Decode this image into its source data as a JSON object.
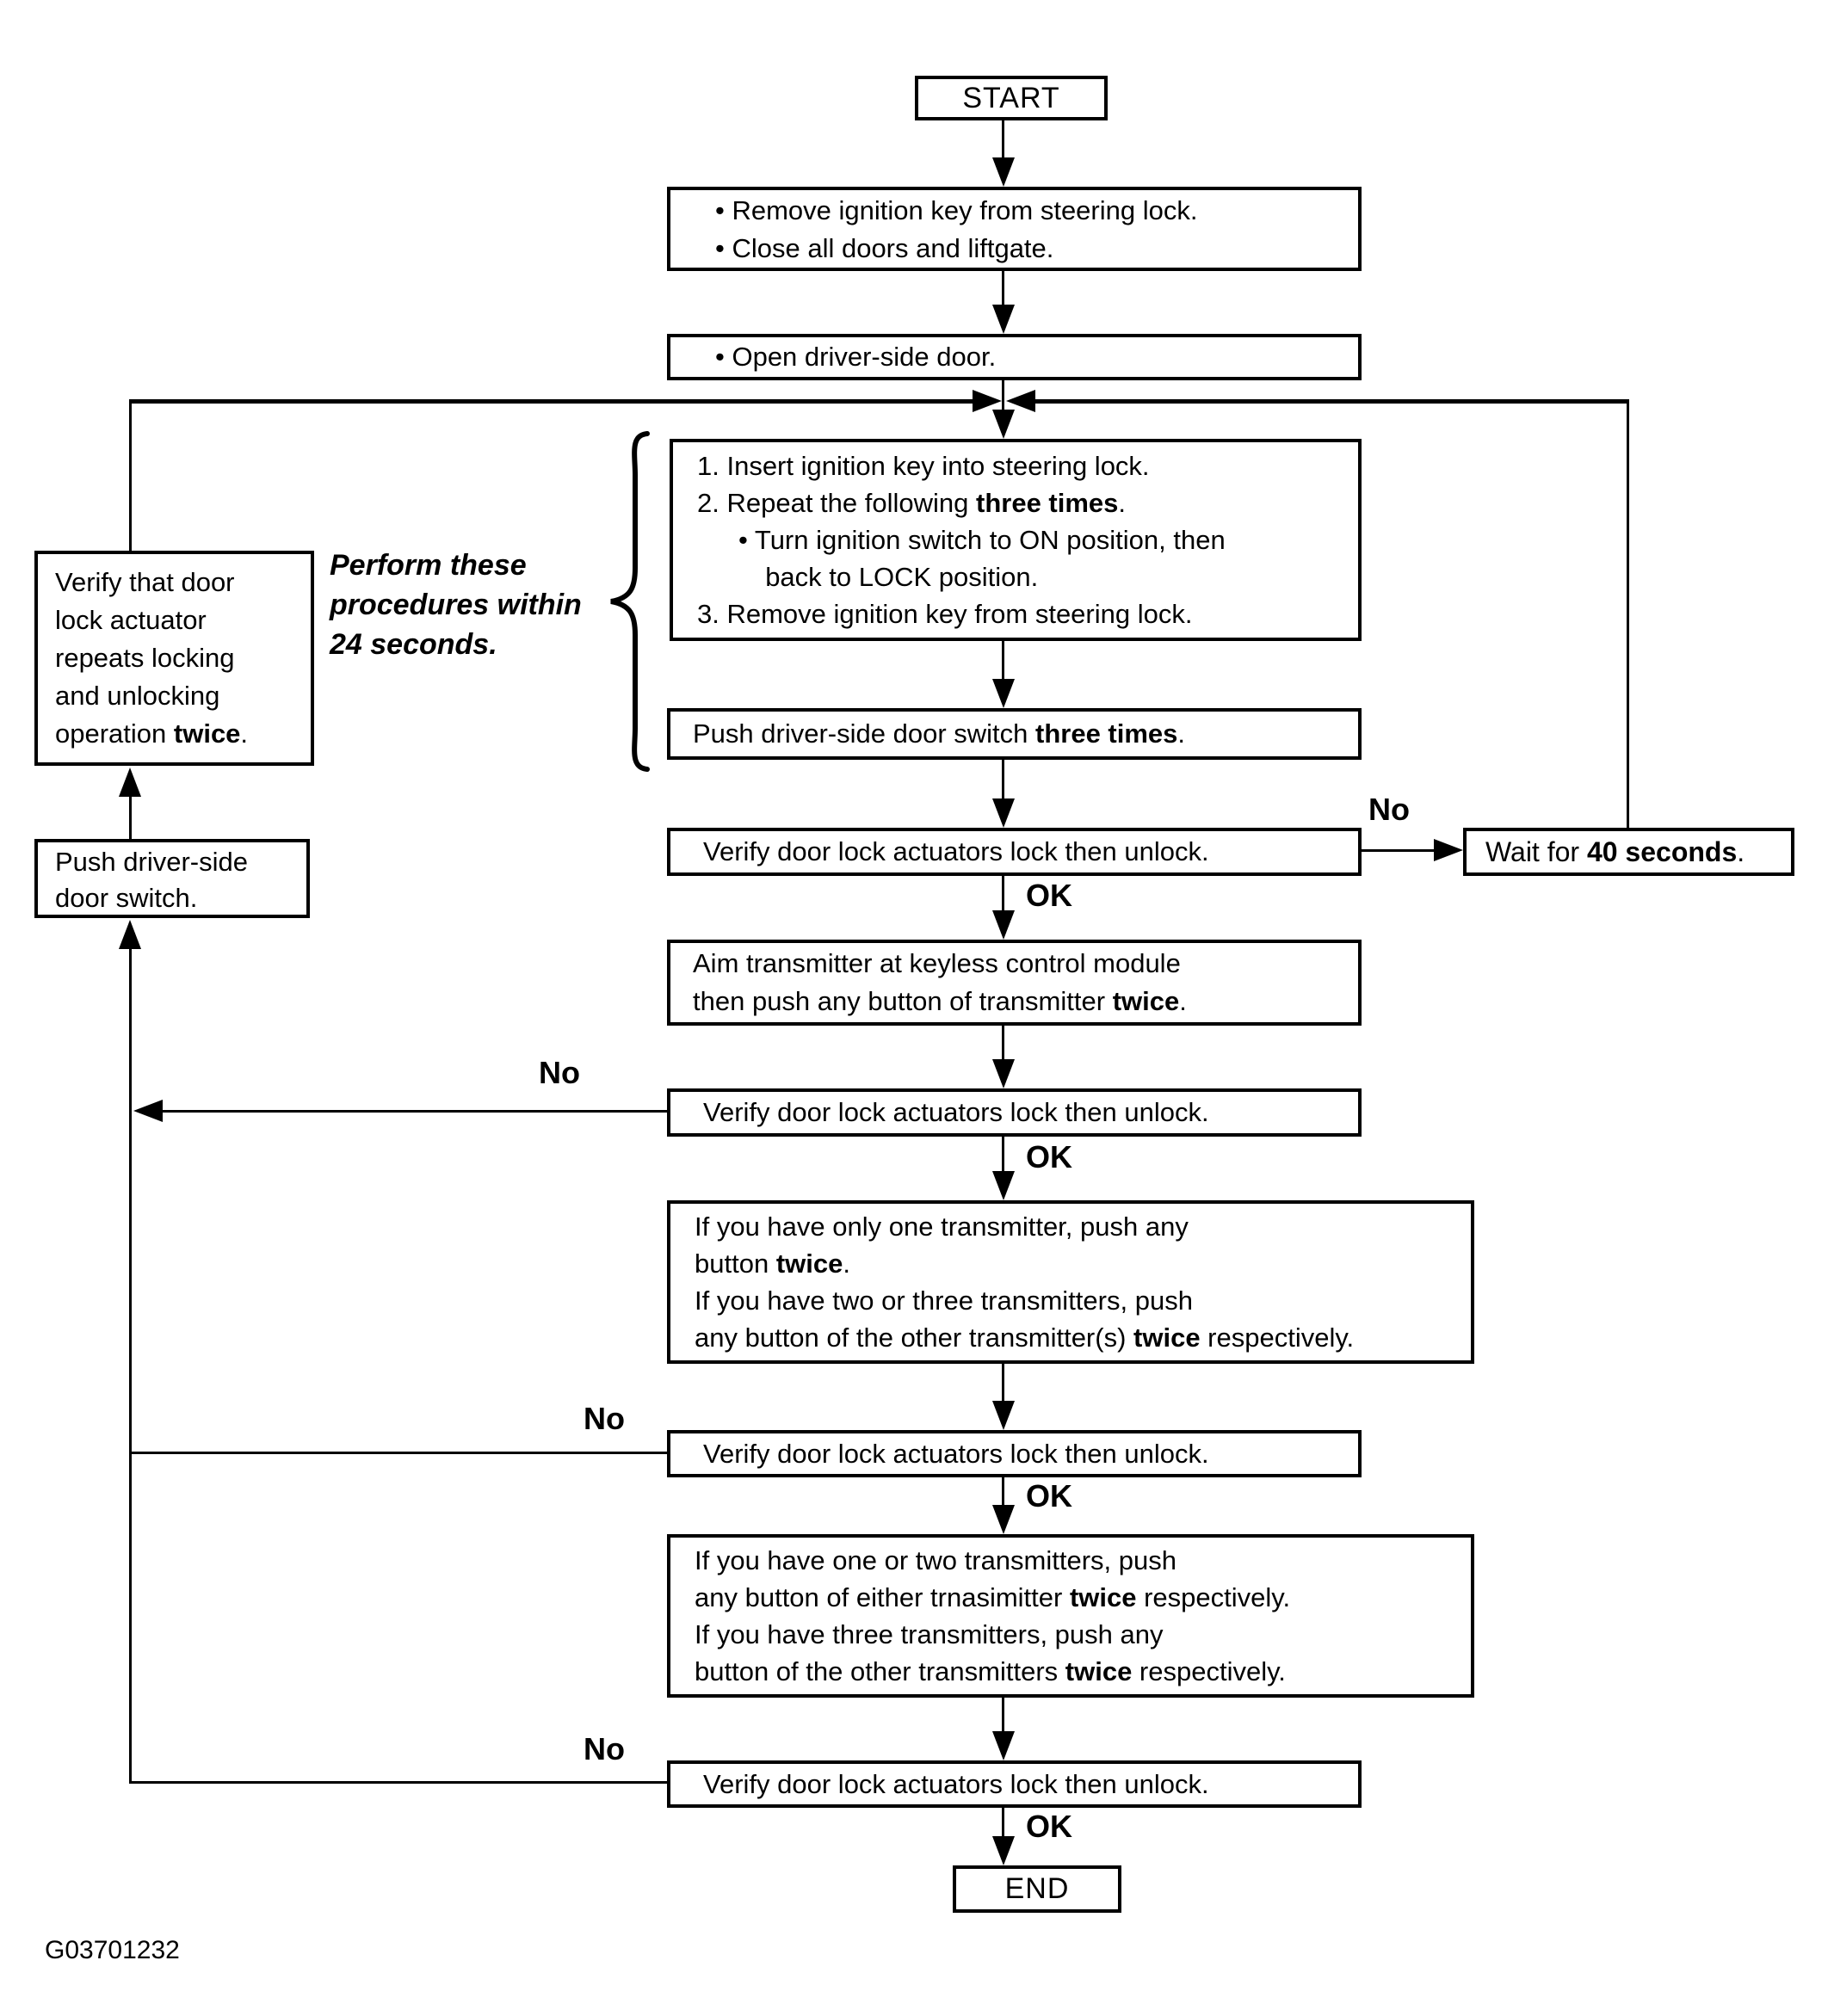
{
  "figure": {
    "id": "G03701232"
  },
  "colors": {
    "ink": "#000000",
    "paper": "#ffffff"
  },
  "labels": {
    "ok": "OK",
    "no": "No"
  },
  "note": {
    "lines": [
      {
        "seg": [
          {
            "t": "Perform these",
            "b": true
          }
        ]
      },
      {
        "seg": [
          {
            "t": "procedures within",
            "b": true
          }
        ]
      },
      {
        "seg": [
          {
            "t": "24 seconds.",
            "b": true
          }
        ]
      }
    ]
  },
  "nodes": {
    "start": {
      "text": "START"
    },
    "prep": {
      "lines": [
        {
          "seg": [
            {
              "t": "•  Remove ignition key from steering lock."
            }
          ]
        },
        {
          "seg": [
            {
              "t": "•  Close all doors and liftgate."
            }
          ]
        }
      ]
    },
    "open_door": {
      "lines": [
        {
          "seg": [
            {
              "t": "•  Open driver-side door."
            }
          ]
        }
      ]
    },
    "key_cycle": {
      "lines": [
        {
          "seg": [
            {
              "t": "1. Insert ignition key into steering lock."
            }
          ]
        },
        {
          "seg": [
            {
              "t": "2. Repeat the following "
            },
            {
              "t": "three times",
              "b": true
            },
            {
              "t": "."
            }
          ]
        },
        {
          "ind": 1,
          "seg": [
            {
              "t": "•  Turn ignition switch to ON position, then"
            }
          ]
        },
        {
          "ind": 1.65,
          "seg": [
            {
              "t": "back to LOCK position."
            }
          ]
        },
        {
          "seg": [
            {
              "t": "3. Remove ignition key from steering lock."
            }
          ]
        }
      ]
    },
    "push_switch_three": {
      "lines": [
        {
          "seg": [
            {
              "t": "Push driver-side door switch "
            },
            {
              "t": "three times",
              "b": true
            },
            {
              "t": "."
            }
          ]
        }
      ]
    },
    "verify_lock_unlock": {
      "lines": [
        {
          "seg": [
            {
              "t": "Verify door lock actuators lock then unlock."
            }
          ]
        }
      ]
    },
    "wait_40": {
      "lines": [
        {
          "seg": [
            {
              "t": "Wait for "
            },
            {
              "t": "40 seconds",
              "b": true
            },
            {
              "t": "."
            }
          ]
        }
      ]
    },
    "aim_transmitter": {
      "lines": [
        {
          "seg": [
            {
              "t": "Aim transmitter at keyless control module"
            }
          ]
        },
        {
          "seg": [
            {
              "t": "then push any button of transmitter "
            },
            {
              "t": "twice",
              "b": true
            },
            {
              "t": "."
            }
          ]
        }
      ]
    },
    "one_transmitter": {
      "lines": [
        {
          "seg": [
            {
              "t": "If you have only one transmitter, push any"
            }
          ]
        },
        {
          "seg": [
            {
              "t": "button "
            },
            {
              "t": "twice",
              "b": true
            },
            {
              "t": "."
            }
          ]
        },
        {
          "seg": [
            {
              "t": "If you have two or three transmitters, push"
            }
          ]
        },
        {
          "seg": [
            {
              "t": "any button of the other transmitter(s) "
            },
            {
              "t": "twice",
              "b": true
            },
            {
              "t": " respectively."
            }
          ]
        }
      ]
    },
    "multi_transmitter": {
      "lines": [
        {
          "seg": [
            {
              "t": "If you have one or two transmitters, push"
            }
          ]
        },
        {
          "seg": [
            {
              "t": "any button of either trnasimitter "
            },
            {
              "t": "twice",
              "b": true
            },
            {
              "t": " respectively."
            }
          ]
        },
        {
          "seg": [
            {
              "t": "If you have three transmitters, push any"
            }
          ]
        },
        {
          "seg": [
            {
              "t": "button of the other transmitters "
            },
            {
              "t": "twice",
              "b": true
            },
            {
              "t": " respectively."
            }
          ]
        }
      ]
    },
    "verify_actuator_repeat": {
      "lines": [
        {
          "seg": [
            {
              "t": "Verify that door"
            }
          ]
        },
        {
          "seg": [
            {
              "t": "lock actuator"
            }
          ]
        },
        {
          "seg": [
            {
              "t": "repeats locking"
            }
          ]
        },
        {
          "seg": [
            {
              "t": "and unlocking"
            }
          ]
        },
        {
          "seg": [
            {
              "t": "operation "
            },
            {
              "t": "twice",
              "b": true
            },
            {
              "t": "."
            }
          ]
        }
      ]
    },
    "push_switch": {
      "lines": [
        {
          "seg": [
            {
              "t": "Push driver-side"
            }
          ]
        },
        {
          "seg": [
            {
              "t": "door switch."
            }
          ]
        }
      ]
    },
    "end": {
      "text": "END"
    }
  }
}
